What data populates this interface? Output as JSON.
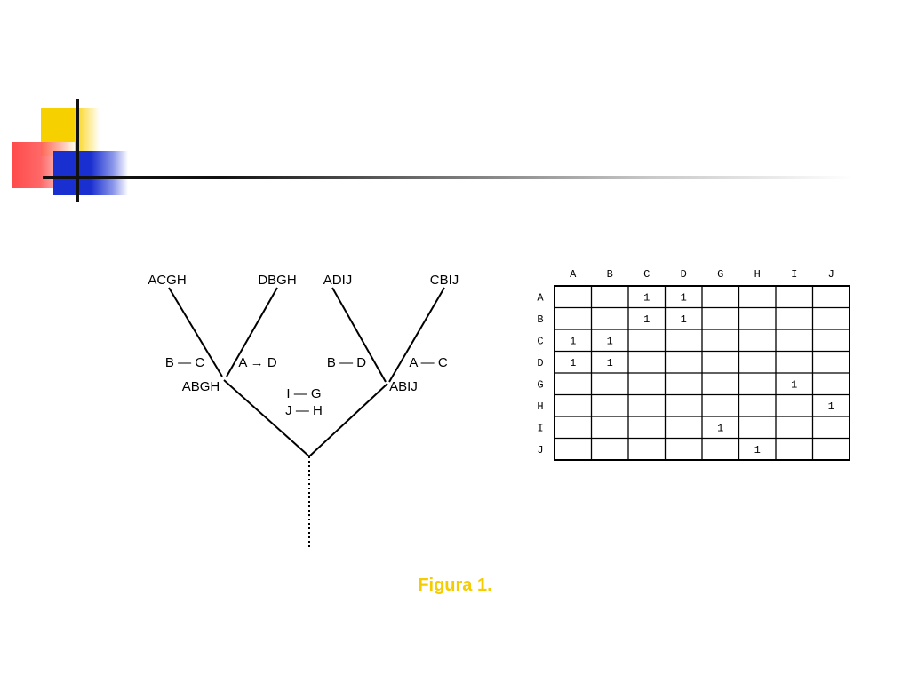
{
  "tree": {
    "leaves": [
      "ACGH",
      "DBGH",
      "ADIJ",
      "CBIJ"
    ],
    "edges": [
      "B — C",
      "A → D",
      "B — D",
      "A — C"
    ],
    "nodes": [
      "ABGH",
      "ABIJ"
    ],
    "middle": [
      "I — G",
      "J — H"
    ]
  },
  "matrix": {
    "headers": [
      "A",
      "B",
      "C",
      "D",
      "G",
      "H",
      "I",
      "J"
    ],
    "rows": [
      {
        "label": "A",
        "cells": [
          "",
          "",
          "1",
          "1",
          "",
          "",
          "",
          ""
        ]
      },
      {
        "label": "B",
        "cells": [
          "",
          "",
          "1",
          "1",
          "",
          "",
          "",
          ""
        ]
      },
      {
        "label": "C",
        "cells": [
          "1",
          "1",
          "",
          "",
          "",
          "",
          "",
          ""
        ]
      },
      {
        "label": "D",
        "cells": [
          "1",
          "1",
          "",
          "",
          "",
          "",
          "",
          ""
        ]
      },
      {
        "label": "G",
        "cells": [
          "",
          "",
          "",
          "",
          "",
          "",
          "1",
          ""
        ]
      },
      {
        "label": "H",
        "cells": [
          "",
          "",
          "",
          "",
          "",
          "",
          "",
          "1"
        ]
      },
      {
        "label": "I",
        "cells": [
          "",
          "",
          "",
          "",
          "1",
          "",
          "",
          ""
        ]
      },
      {
        "label": "J",
        "cells": [
          "",
          "",
          "",
          "",
          "",
          "1",
          "",
          ""
        ]
      }
    ]
  },
  "caption": "Figura 1."
}
